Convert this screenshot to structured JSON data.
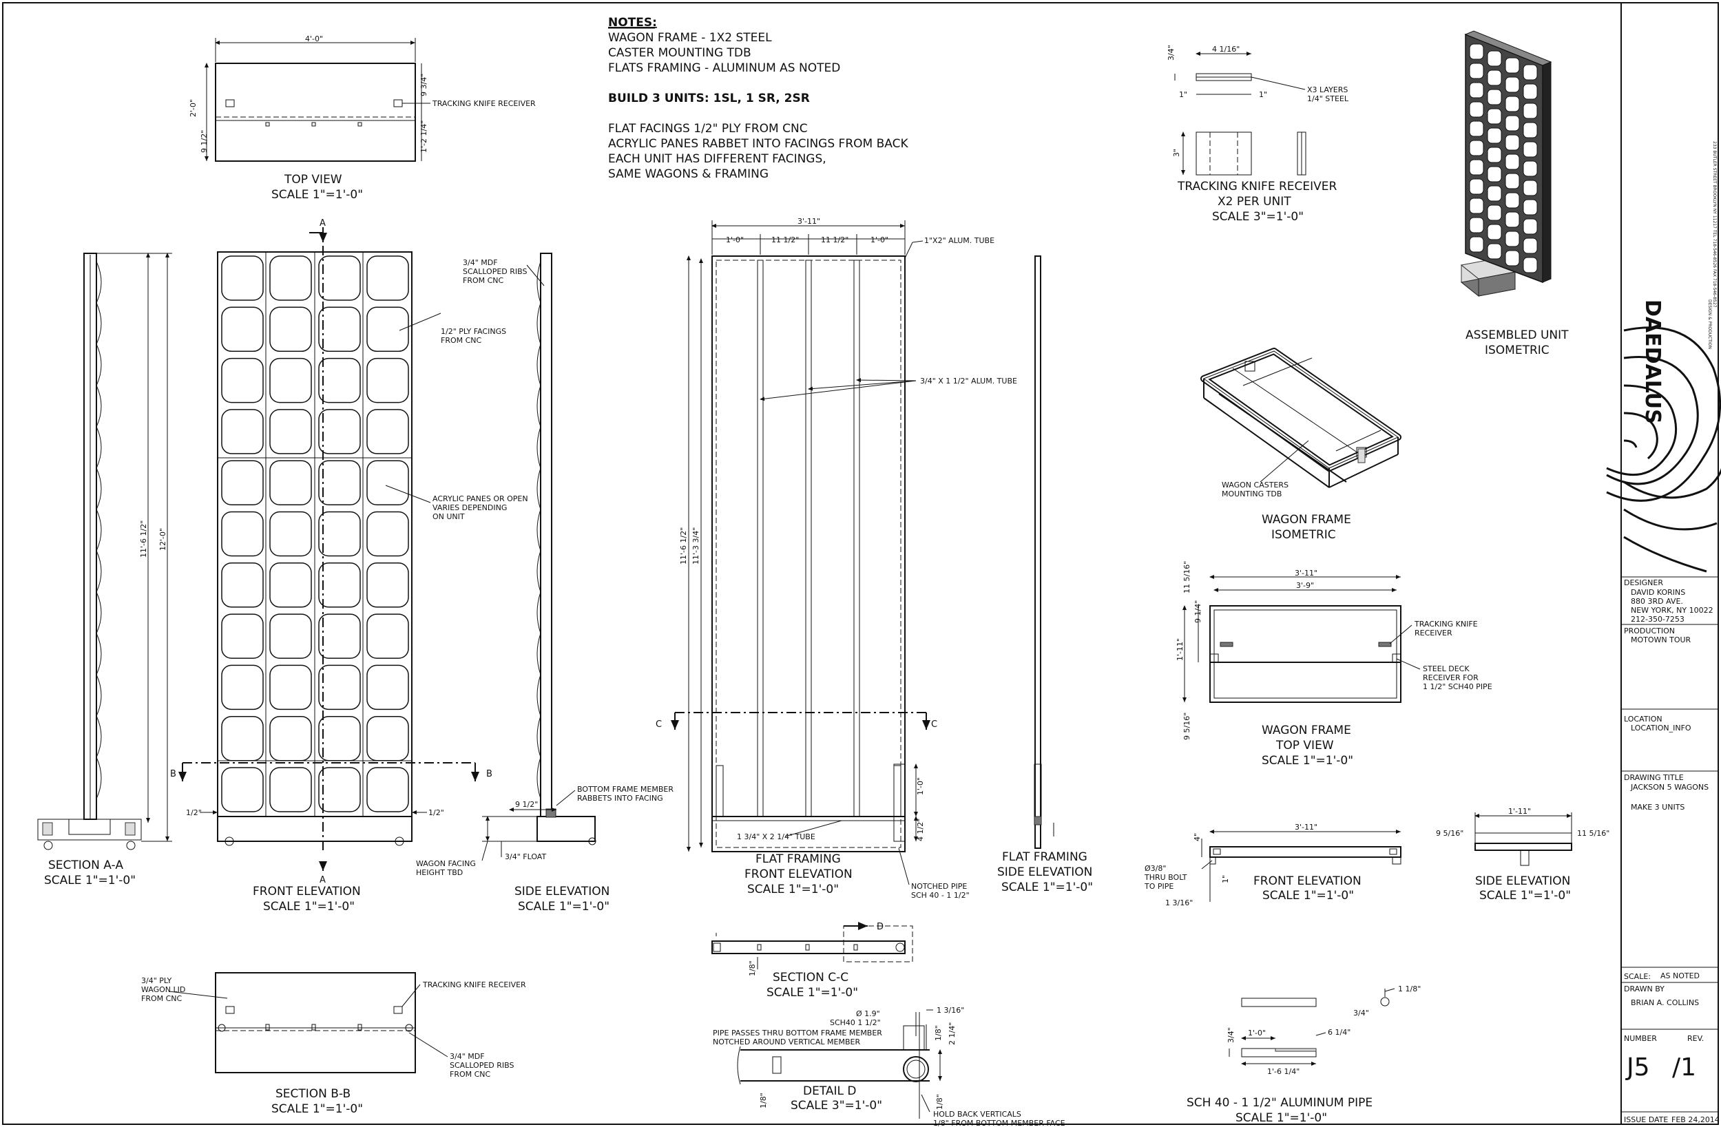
{
  "notes": {
    "heading": "NOTES:",
    "line1": "WAGON FRAME - 1X2 STEEL",
    "line2": "CASTER MOUNTING TDB",
    "line3": "FLATS FRAMING - ALUMINUM AS NOTED",
    "build": "BUILD 3 UNITS:  1SL, 1 SR, 2SR",
    "line4": "FLAT FACINGS 1/2\" PLY FROM CNC",
    "line5": "ACRYLIC PANES RABBET INTO FACINGS FROM BACK",
    "line6": "EACH UNIT HAS DIFFERENT FACINGS,",
    "line7": "SAME WAGONS & FRAMING"
  },
  "top_view": {
    "title": "TOP VIEW",
    "scale": "SCALE 1\"=1'-0\"",
    "dim_width": "4'-0\"",
    "dim_depth": "2'-0\"",
    "dim_back": "9 1/2\"",
    "dim_a": "9 3/4\"",
    "dim_b": "1'-2 1/4\"",
    "callout": "TRACKING KNIFE RECEIVER"
  },
  "section_aa": {
    "title": "SECTION A-A",
    "scale": "SCALE 1\"=1'-0\"",
    "dim_tall": "11'-6 1/2\"",
    "dim_total": "12'-0\""
  },
  "front_elevation": {
    "title": "FRONT ELEVATION",
    "scale": "SCALE 1\"=1'-0\"",
    "cut_a": "A",
    "cut_b": "B",
    "dim_left": "1/2\"",
    "dim_right": "1/2\"",
    "callout_ribs": "3/4\" MDF\nSCALLOPED RIBS\nFROM CNC",
    "callout_facings": "1/2\" PLY FACINGS\nFROM CNC",
    "callout_acrylic": "ACRYLIC PANES OR OPEN\nVARIES DEPENDING\nON UNIT"
  },
  "side_elevation": {
    "title": "SIDE ELEVATION",
    "scale": "SCALE 1\"=1'-0\"",
    "dim_base": "9 1/2\"",
    "dim_float": "3/4\" FLOAT",
    "callout_bottom": "BOTTOM FRAME MEMBER\nRABBETS INTO FACING",
    "callout_height": "WAGON FACING\nHEIGHT TBD"
  },
  "flat_framing_front": {
    "title": "FLAT FRAMING",
    "title2": "FRONT ELEVATION",
    "scale": "SCALE 1\"=1'-0\"",
    "dim_width": "3'-11\"",
    "dim_bays": [
      "1'-0\"",
      "11 1/2\"",
      "11 1/2\"",
      "1'-0\""
    ],
    "dim_tall": "11'-6 1/2\"",
    "dim_tall2": "11'-3 3/4\"",
    "dim_pipe": "1'-0\"",
    "dim_pipe_low": "4 1/2\"",
    "cut_c": "C",
    "callout_tube": "1\"X2\" ALUM. TUBE",
    "callout_verticals": "3/4\" X 1 1/2\" ALUM. TUBE",
    "callout_bottom_tube": "1 3/4\" X 2 1/4\" TUBE",
    "callout_pipe": "NOTCHED PIPE\nSCH 40 - 1 1/2\""
  },
  "flat_framing_side": {
    "title": "FLAT FRAMING",
    "title2": "SIDE ELEVATION",
    "scale": "SCALE 1\"=1'-0\""
  },
  "section_bb": {
    "title": "SECTION B-B",
    "scale": "SCALE 1\"=1'-0\"",
    "callout_lid": "3/4\" PLY\nWAGON LID\nFROM CNC",
    "callout_knife": "TRACKING KNIFE RECEIVER",
    "callout_ribs": "3/4\" MDF\nSCALLOPED RIBS\nFROM CNC"
  },
  "section_cc": {
    "title": "SECTION C-C",
    "scale": "SCALE 1\"=1'-0\"",
    "dim": "1/8\"",
    "detail_mark": "D"
  },
  "detail_d": {
    "title": "DETAIL  D",
    "scale": "SCALE 3\"=1'-0\"",
    "dim_dia": "Ø 1.9\"",
    "dim_sch": "SCH40 1 1/2\"",
    "note_pipe": "PIPE PASSES THRU BOTTOM FRAME MEMBER\nNOTCHED AROUND VERTICAL MEMBER",
    "dim_a": "1 3/16\"",
    "dim_b": "1/8\"",
    "dim_c": "2 1/4\"",
    "dim_d": "1/8\"",
    "dim_e": "1/8\"",
    "callout_hold": "HOLD BACK VERTICALS\n1/8\" FROM BOTTOM MEMBER FACE"
  },
  "tracking_knife": {
    "title": "TRACKING KNIFE RECEIVER",
    "title2": "X2 PER UNIT",
    "scale": "SCALE 3\"=1'-0\"",
    "dim_w": "4 1/16\"",
    "dim_h": "3/4\"",
    "dim_l": "1\"",
    "dim_r": "1\"",
    "dim_v": "3\"",
    "callout": "X3 LAYERS\n1/4\" STEEL"
  },
  "wagon_iso": {
    "title": "WAGON FRAME",
    "title2": "ISOMETRIC",
    "callout": "WAGON CASTERS\nMOUNTING TDB"
  },
  "assembled_iso": {
    "title": "ASSEMBLED UNIT",
    "title2": "ISOMETRIC"
  },
  "wagon_top": {
    "title": "WAGON FRAME",
    "title2": "TOP VIEW",
    "scale": "SCALE 1\"=1'-0\"",
    "dim_outer": "3'-11\"",
    "dim_inner": "3'-9\"",
    "dim_a": "11 5/16\"",
    "dim_b": "9 1/4\"",
    "dim_c": "1'-11\"",
    "dim_d": "9 5/16\"",
    "callout_knife": "TRACKING KNIFE\nRECEIVER",
    "callout_deck": "STEEL DECK\nRECEIVER FOR\n1 1/2\" SCH40 PIPE"
  },
  "wagon_front": {
    "title": "FRONT ELEVATION",
    "scale": "SCALE 1\"=1'-0\"",
    "dim_w": "3'-11\"",
    "dim_h": "4\"",
    "dim_s": "1\"",
    "dim_bolt": "Ø3/8\"\nTHRU BOLT\nTO PIPE",
    "dim_low": "1 3/16\""
  },
  "wagon_side": {
    "title": "SIDE ELEVATION",
    "scale": "SCALE 1\"=1'-0\"",
    "dim_w": "1'-11\"",
    "dim_l": "9 5/16\"",
    "dim_r": "11 5/16\""
  },
  "pipe": {
    "title": "SCH 40 - 1 1/2\" ALUMINUM PIPE",
    "scale": "SCALE 1\"=1'-0\"",
    "dim_a": "1 1/8\"",
    "dim_b": "3/4\"",
    "dim_c": "3/4\"",
    "dim_d": "1'-0\"",
    "dim_e": "6 1/4\"",
    "dim_f": "1'-6 1/4\""
  },
  "title_block": {
    "company": "DAEDALUS",
    "company_sub": "DESIGN & PRODUCTION",
    "address": "233 BUTLER STREET  BROOKLYN NY 11217  TEL 718-546-8526  FAX 718-546-8527",
    "designer_label": "DESIGNER",
    "designer_name": "DAVID KORINS",
    "designer_addr1": "880 3RD AVE.",
    "designer_addr2": "NEW YORK, NY 10022",
    "designer_phone": "212-350-7253",
    "production_label": "PRODUCTION",
    "production_value": "MOTOWN TOUR",
    "location_label": "LOCATION",
    "location_value": "LOCATION_INFO",
    "drawing_title_label": "DRAWING TITLE",
    "drawing_title_value": "JACKSON 5 WAGONS",
    "drawing_title_note": "MAKE 3 UNITS",
    "scale_label": "SCALE:",
    "scale_value": "AS NOTED",
    "drawn_label": "DRAWN BY",
    "drawn_value": "BRIAN A. COLLINS",
    "number_label": "NUMBER",
    "rev_label": "REV.",
    "number_value": "J5",
    "rev_value": "/1",
    "issue_label": "ISSUE DATE",
    "issue_value": "FEB 24,2014"
  }
}
